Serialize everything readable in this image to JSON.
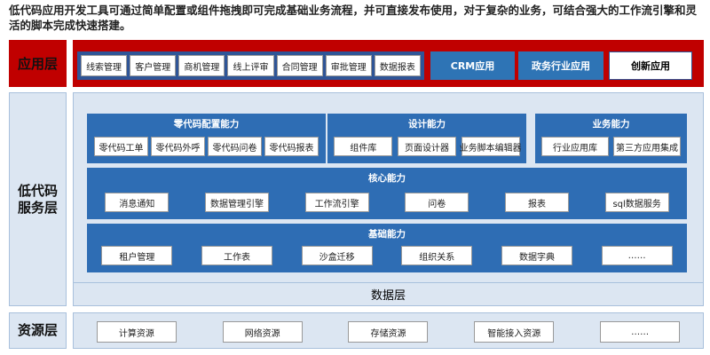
{
  "intro": "低代码应用开发工具可通过简单配置或组件拖拽即可完成基础业务流程，并可直接发布使用，对于复杂的业务，可结合强大的工作流引擎和灵活的脚本完成快速搭建。",
  "app_layer": {
    "label": "应用层",
    "modules": [
      "线索管理",
      "客户管理",
      "商机管理",
      "线上评审",
      "合同管理",
      "审批管理",
      "数据报表"
    ],
    "crm": "CRM应用",
    "gov": "政务行业应用",
    "innovation": "创新应用"
  },
  "service_layer": {
    "label": "低代码服务层",
    "zero_code": {
      "title": "零代码配置能力",
      "items": [
        "零代码工单",
        "零代码外呼",
        "零代码问卷",
        "零代码报表"
      ]
    },
    "design": {
      "title": "设计能力",
      "items": [
        "组件库",
        "页面设计器",
        "业务脚本编辑器"
      ]
    },
    "business": {
      "title": "业务能力",
      "items": [
        "行业应用库",
        "第三方应用集成"
      ]
    },
    "core": {
      "title": "核心能力",
      "items": [
        "消息通知",
        "数据管理引擎",
        "工作流引擎",
        "问卷",
        "报表",
        "sql数据服务"
      ]
    },
    "base": {
      "title": "基础能力",
      "items": [
        "租户管理",
        "工作表",
        "沙盒迁移",
        "组织关系",
        "数据字典",
        "……"
      ]
    },
    "data_layer": "数据层"
  },
  "resource_layer": {
    "label": "资源层",
    "items": [
      "计算资源",
      "网络资源",
      "存储资源",
      "智能接入资源",
      "……"
    ]
  }
}
